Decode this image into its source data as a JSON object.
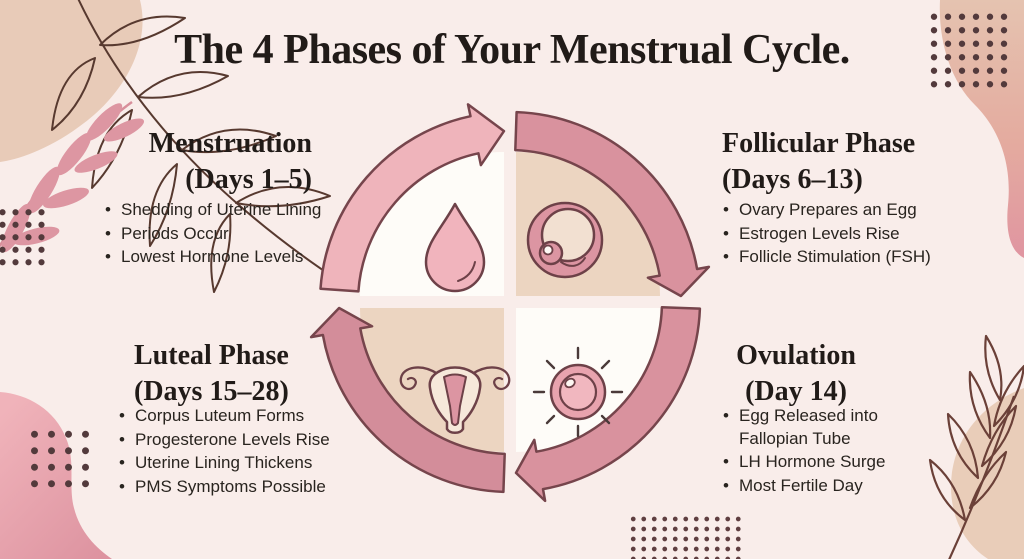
{
  "title": "The 4 Phases of Your Menstrual Cycle.",
  "diagram": {
    "type": "circular-cycle",
    "direction": "clockwise",
    "quadrant_icons": [
      "droplet-icon",
      "follicle-egg-icon",
      "egg-sunburst-icon",
      "uterus-icon"
    ]
  },
  "phases": [
    {
      "name": "Menstruation",
      "days": "(Days 1–5)",
      "icon": "droplet-icon",
      "bullets": [
        "Shedding of Uterine Lining",
        "Periods Occur",
        "Lowest Hormone Levels"
      ]
    },
    {
      "name": "Follicular Phase",
      "days": "(Days 6–13)",
      "icon": "follicle-egg-icon",
      "bullets": [
        "Ovary Prepares an Egg",
        "Estrogen Levels Rise",
        "Follicle Stimulation (FSH)"
      ]
    },
    {
      "name": "Ovulation",
      "days": "(Day 14)",
      "icon": "egg-sunburst-icon",
      "bullets": [
        "Egg Released into Fallopian Tube",
        "LH Hormone Surge",
        "Most Fertile Day"
      ]
    },
    {
      "name": "Luteal Phase",
      "days": "(Days 15–28)",
      "icon": "uterus-icon",
      "bullets": [
        "Corpus Luteum Forms",
        "Progesterone Levels Rise",
        "Uterine Lining Thickens",
        "PMS Symptoms Possible"
      ]
    }
  ],
  "colors": {
    "background": "#f9edea",
    "quadrant_beige": "#ecd5c1",
    "quadrant_white": "#fefcf8",
    "arrow_light": "#efb4bb",
    "arrow_rose": "#d9929e",
    "outline": "#6d4148",
    "text": "#211b18",
    "dots": "#533a3c"
  }
}
